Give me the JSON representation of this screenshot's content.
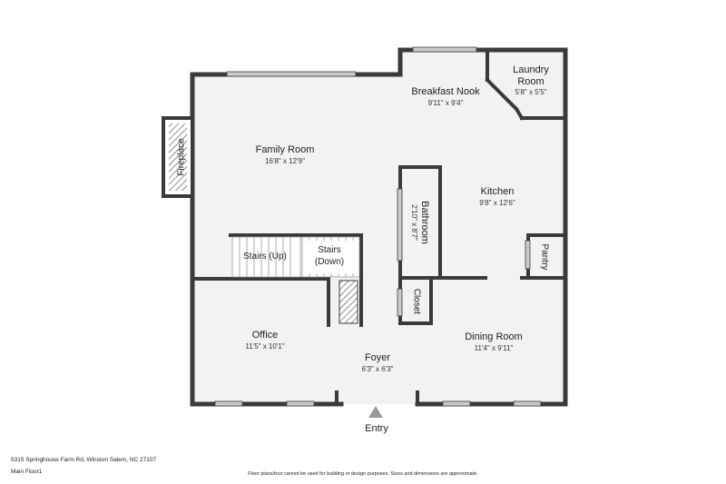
{
  "rooms": {
    "family_room": {
      "name": "Family Room",
      "dim": "16'8\" x 12'9\""
    },
    "breakfast_nook": {
      "name": "Breakfast Nook",
      "dim": "9'11\" x 9'4\""
    },
    "laundry": {
      "name_line1": "Laundry",
      "name_line2": "Room",
      "dim": "5'8\" x 5'5\""
    },
    "kitchen": {
      "name": "Kitchen",
      "dim": "9'8\" x 12'6\""
    },
    "bathroom": {
      "name": "Bathroom",
      "dim": "2'10\" x 8'7\""
    },
    "office": {
      "name": "Office",
      "dim": "11'5\" x 10'1\""
    },
    "foyer": {
      "name": "Foyer",
      "dim": "6'3\" x 6'3\""
    },
    "dining_room": {
      "name": "Dining Room",
      "dim": "11'4\" x 9'11\""
    }
  },
  "labels": {
    "fireplace": "Fireplace",
    "stairs_up": "Stairs (Up)",
    "stairs_down_line1": "Stairs",
    "stairs_down_line2": "(Down)",
    "pantry": "Pantry",
    "closet": "Closet",
    "entry": "Entry"
  },
  "footer": {
    "address": "5315 Springhouse Farm Rd, Winston Salem, NC 27107",
    "floor": "Main Floor1",
    "disclaimer": "Floor plans/tour cannot be used for building or design purposes. Sizes and dimensions are approximate."
  },
  "colors": {
    "wall": "#3a3a3a",
    "floor": "#f2f2f2",
    "window": "#c9c9c9"
  }
}
